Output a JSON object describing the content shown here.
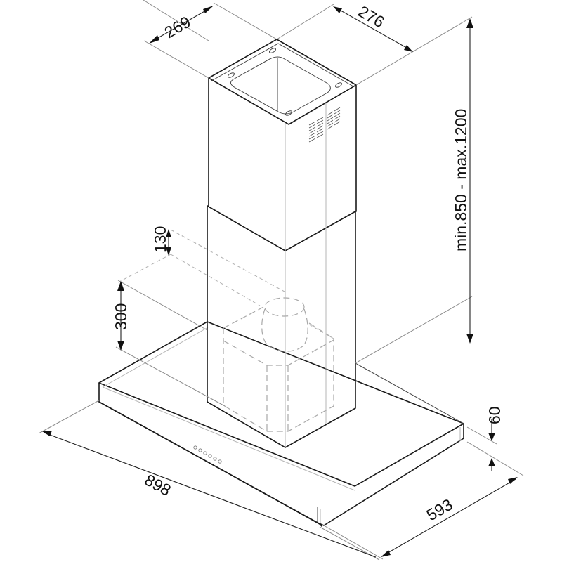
{
  "diagram": {
    "title": "Island chimney hood dimensional drawing",
    "units": "mm",
    "dimensions": {
      "chimney_width": "269",
      "chimney_depth": "276",
      "chimney_height": "min.850 - max.1200",
      "ceiling_offset": "130",
      "duct_clearance": "300",
      "canopy_thickness": "60",
      "canopy_width": "898",
      "canopy_depth": "593"
    },
    "components": {
      "upper_chimney": "Upper chimney section with top mounting flange and vent grille",
      "lower_chimney": "Lower chimney section",
      "motor_housing": "Motor/blower housing (hidden, dashed)",
      "canopy": "Flat hood canopy",
      "control_buttons": 6
    },
    "colors": {
      "line": "#1a1a1a",
      "extension_line": "#8a8a8a",
      "hidden_line": "#a8a8a8",
      "background": "#ffffff"
    }
  }
}
